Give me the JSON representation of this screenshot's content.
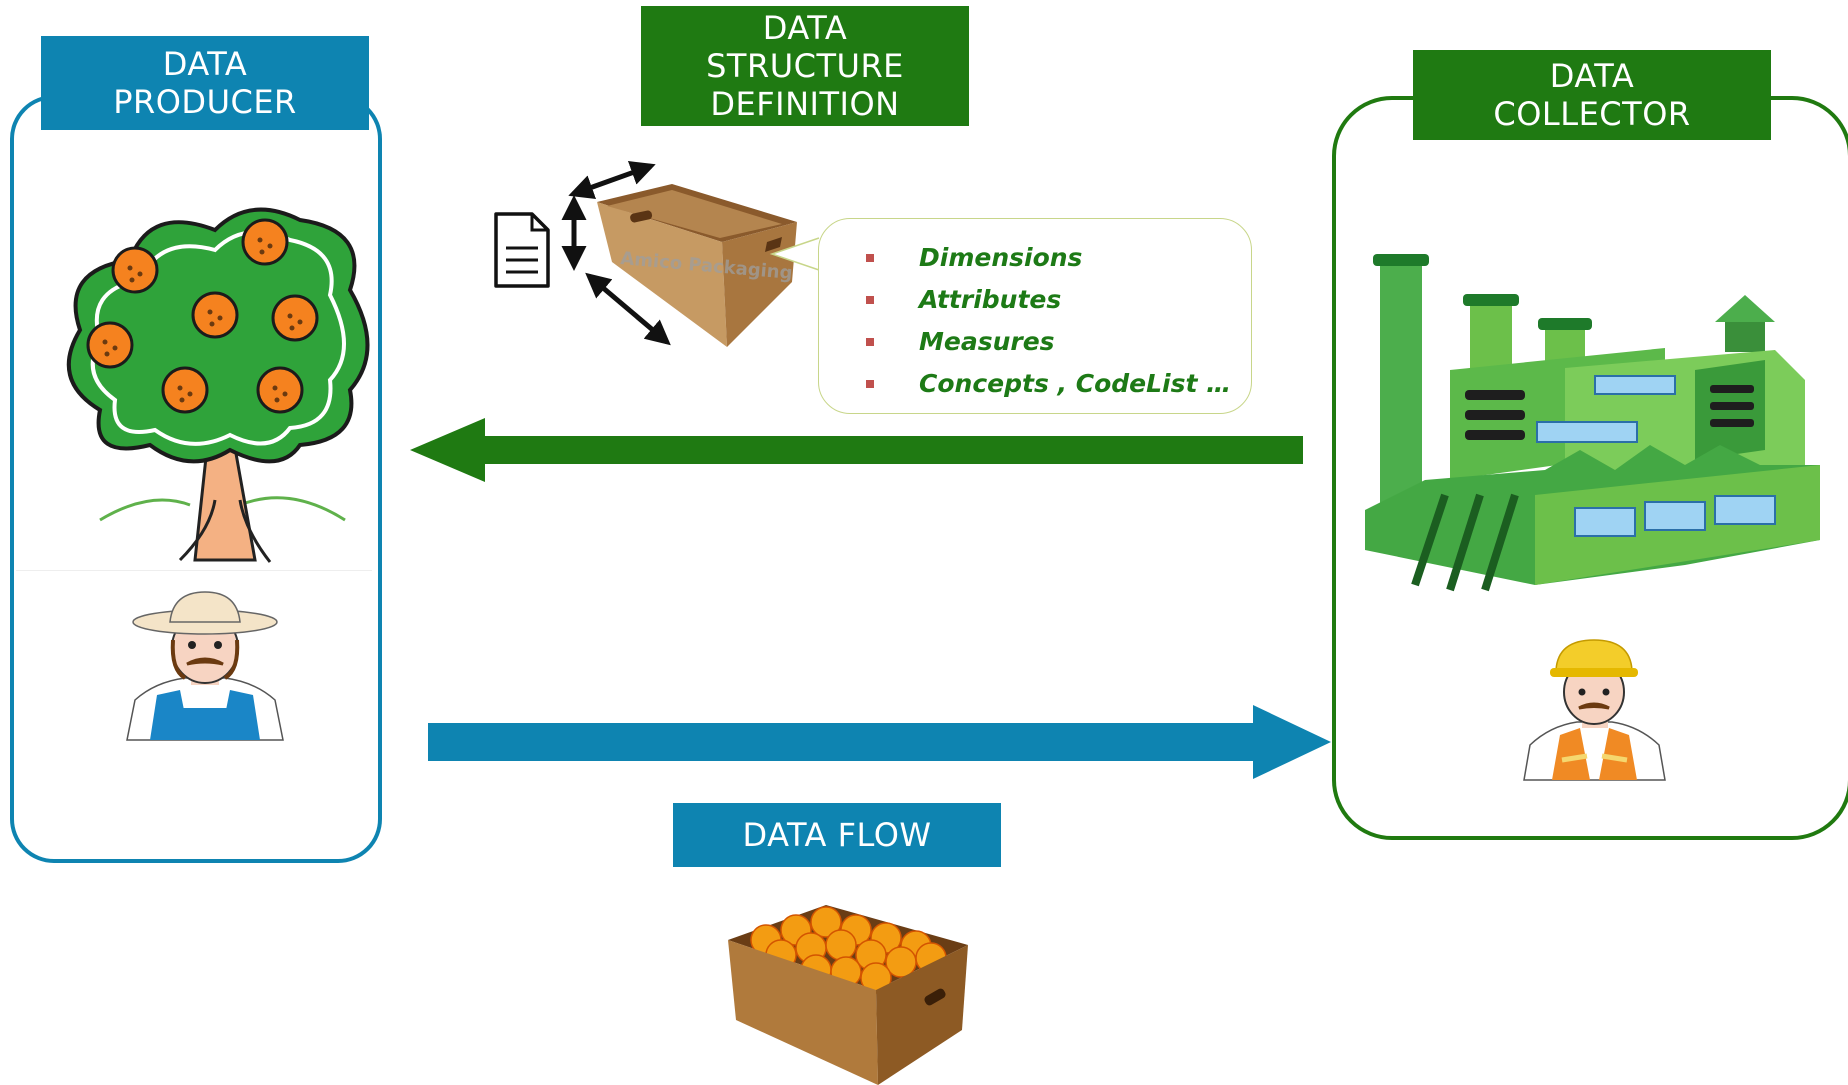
{
  "producer": {
    "title_lines": [
      "DATA",
      "PRODUCER"
    ],
    "color": "#0e84b1"
  },
  "dsd": {
    "title_lines": [
      "DATA",
      "STRUCTURE",
      "DEFINITION"
    ],
    "color": "#1f7a12",
    "items": [
      "Dimensions",
      "Attributes",
      "Measures",
      "Concepts , CodeList …"
    ],
    "bullet_color": "#c0504d",
    "watermark": "Amico Packaging"
  },
  "collector": {
    "title_lines": [
      "DATA",
      "COLLECTOR"
    ],
    "color": "#1f7a12"
  },
  "flow": {
    "title": "DATA FLOW",
    "color": "#0e84b1"
  },
  "icons": [
    "orange-tree-icon",
    "farmer-icon",
    "document-icon",
    "empty-box-icon",
    "factory-icon",
    "worker-icon",
    "orange-box-icon"
  ]
}
